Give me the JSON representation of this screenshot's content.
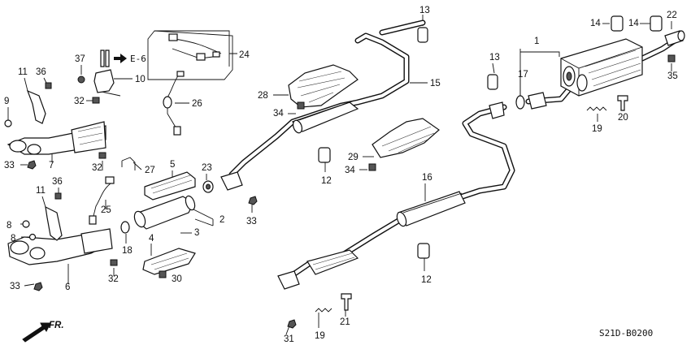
{
  "diagram": {
    "part_labels": [
      {
        "id": "label-1",
        "text": "1"
      },
      {
        "id": "label-2",
        "text": "2"
      },
      {
        "id": "label-3",
        "text": "3"
      },
      {
        "id": "label-4",
        "text": "4"
      },
      {
        "id": "label-5",
        "text": "5"
      },
      {
        "id": "label-6",
        "text": "6"
      },
      {
        "id": "label-7",
        "text": "7"
      },
      {
        "id": "label-8a",
        "text": "8"
      },
      {
        "id": "label-8b",
        "text": "8"
      },
      {
        "id": "label-9",
        "text": "9"
      },
      {
        "id": "label-10",
        "text": "10"
      },
      {
        "id": "label-11a",
        "text": "11"
      },
      {
        "id": "label-11b",
        "text": "11"
      },
      {
        "id": "label-12a",
        "text": "12"
      },
      {
        "id": "label-12b",
        "text": "12"
      },
      {
        "id": "label-13a",
        "text": "13"
      },
      {
        "id": "label-13b",
        "text": "13"
      },
      {
        "id": "label-14a",
        "text": "14"
      },
      {
        "id": "label-14b",
        "text": "14"
      },
      {
        "id": "label-15",
        "text": "15"
      },
      {
        "id": "label-16",
        "text": "16"
      },
      {
        "id": "label-17",
        "text": "17"
      },
      {
        "id": "label-18",
        "text": "18"
      },
      {
        "id": "label-19a",
        "text": "19"
      },
      {
        "id": "label-19b",
        "text": "19"
      },
      {
        "id": "label-20",
        "text": "20"
      },
      {
        "id": "label-21",
        "text": "21"
      },
      {
        "id": "label-22",
        "text": "22"
      },
      {
        "id": "label-23",
        "text": "23"
      },
      {
        "id": "label-24",
        "text": "24"
      },
      {
        "id": "label-25",
        "text": "25"
      },
      {
        "id": "label-26",
        "text": "26"
      },
      {
        "id": "label-27",
        "text": "27"
      },
      {
        "id": "label-28",
        "text": "28"
      },
      {
        "id": "label-29",
        "text": "29"
      },
      {
        "id": "label-30",
        "text": "30"
      },
      {
        "id": "label-31",
        "text": "31"
      },
      {
        "id": "label-32a",
        "text": "32"
      },
      {
        "id": "label-32b",
        "text": "32"
      },
      {
        "id": "label-32c",
        "text": "32"
      },
      {
        "id": "label-33a",
        "text": "33"
      },
      {
        "id": "label-33b",
        "text": "33"
      },
      {
        "id": "label-33c",
        "text": "33"
      },
      {
        "id": "label-34a",
        "text": "34"
      },
      {
        "id": "label-34b",
        "text": "34"
      },
      {
        "id": "label-35",
        "text": "35"
      },
      {
        "id": "label-36a",
        "text": "36"
      },
      {
        "id": "label-36b",
        "text": "36"
      },
      {
        "id": "label-37",
        "text": "37"
      }
    ],
    "reference_label": "E-6",
    "front_label": "FR.",
    "diagram_code": "S21D-B0200"
  }
}
